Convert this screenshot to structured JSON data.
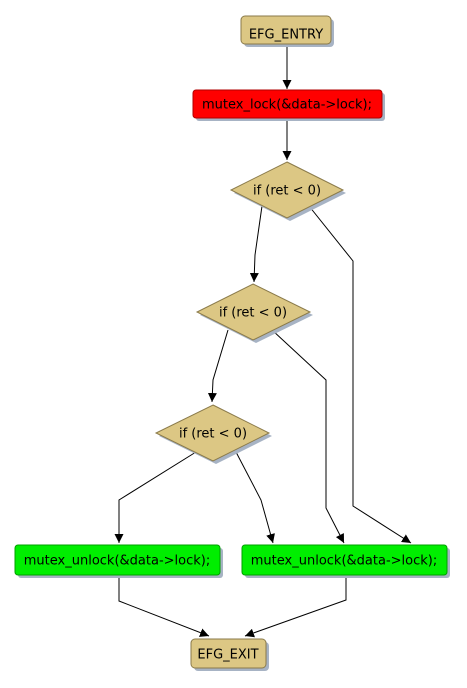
{
  "colors": {
    "terminal": "#dcc784",
    "decision": "#dcc784",
    "lock": "#ff0000",
    "unlock": "#00ee00",
    "shadow": "#a7b3c4",
    "border": "#8a7a4a",
    "edge": "#000000"
  },
  "nodes": {
    "entry": "EFG_ENTRY",
    "lock": "mutex_lock(&data->lock);",
    "cond1": "if (ret < 0)",
    "cond2": "if (ret < 0)",
    "cond3": "if (ret < 0)",
    "unlock_left": "mutex_unlock(&data->lock);",
    "unlock_right": "mutex_unlock(&data->lock);",
    "exit": "EFG_EXIT"
  }
}
